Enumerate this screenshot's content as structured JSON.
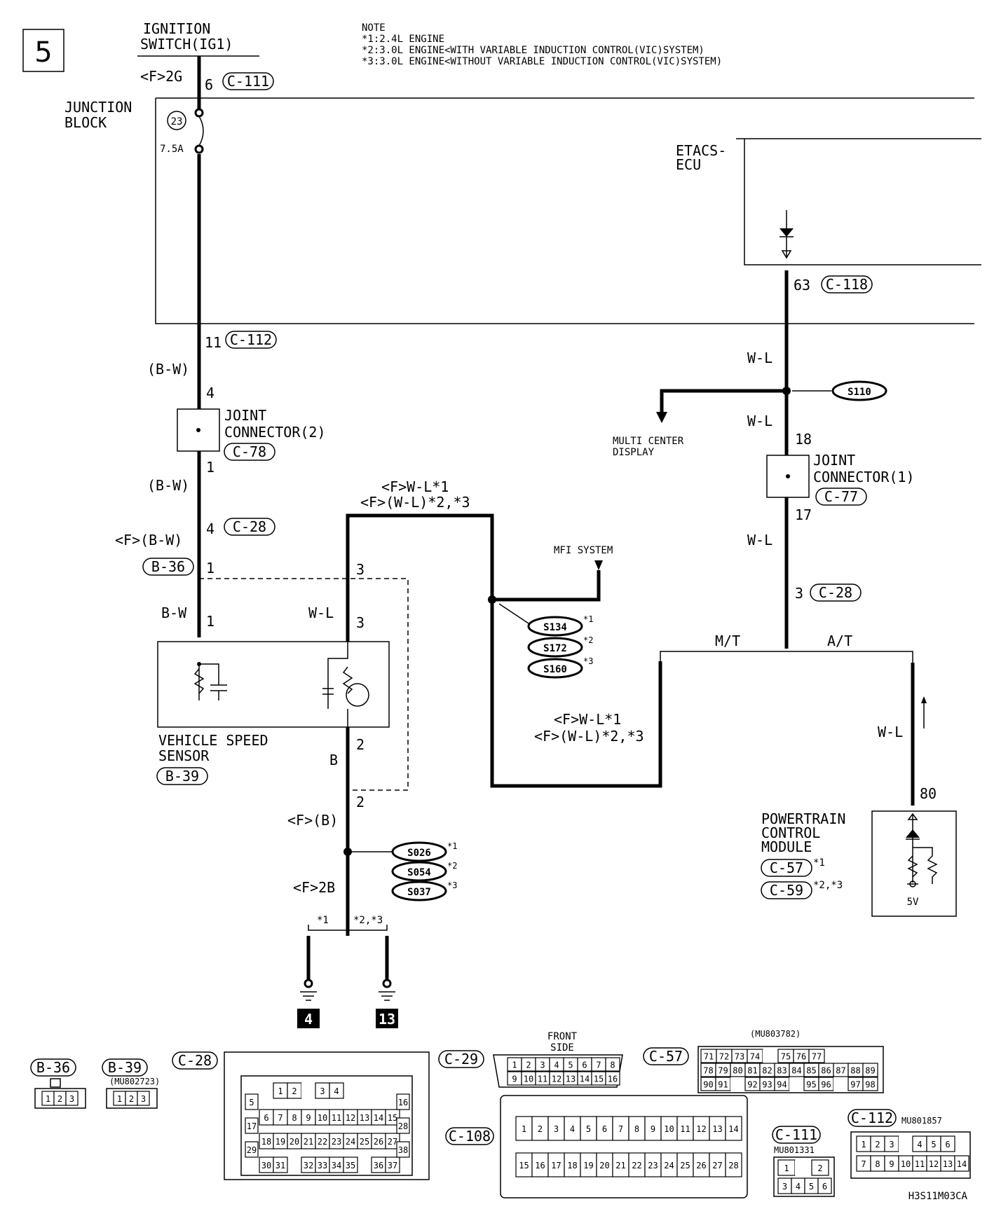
{
  "page_number": "5",
  "note": {
    "title": "NOTE",
    "lines": [
      "*1:2.4L ENGINE",
      "*2:3.0L ENGINE<WITH VARIABLE INDUCTION CONTROL(VIC)SYSTEM)",
      "*3:3.0L ENGINE<WITHOUT VARIABLE INDUCTION CONTROL(VIC)SYSTEM)"
    ]
  },
  "ignition": {
    "title_line1": "IGNITION",
    "title_line2": "SWITCH(IG1)",
    "wire": "<F>2G",
    "pin": "6",
    "connector": "C-111"
  },
  "junction_block": {
    "line1": "JUNCTION",
    "line2": "BLOCK",
    "fuse_no": "23",
    "fuse_rating": "7.5A",
    "out_pin": "11",
    "out_connector": "C-112"
  },
  "etacs": {
    "line1": "ETACS-",
    "line2": "ECU",
    "pin": "63",
    "connector": "C-118"
  },
  "left_branch": {
    "wire1": "(B-W)",
    "jc2_in": "4",
    "jc2_line1": "JOINT",
    "jc2_line2": "CONNECTOR(2)",
    "jc2_connector": "C-78",
    "jc2_out": "1",
    "wire2": "(B-W)",
    "c28_pin": "4",
    "c28": "C-28",
    "wire3": "<F>(B-W)",
    "b36": "B-36",
    "b36_pin": "1",
    "wire4": "B-W",
    "vss_pin1": "1"
  },
  "vss": {
    "line1": "VEHICLE SPEED",
    "line2": "SENSOR",
    "connector": "B-39",
    "pin3_upper": "3",
    "pin3": "3",
    "wire_wl": "W-L",
    "pin2": "2",
    "wire_b": "B",
    "pin2_lower": "2",
    "wire_fb": "<F>(B)",
    "wire_f2b": "<F>2B",
    "splices": [
      "S026",
      "S054",
      "S037"
    ],
    "splice_notes": [
      "*1",
      "*2",
      "*3"
    ],
    "ground_split_1": "*1",
    "ground_split_23": "*2,*3",
    "grounds": [
      "4",
      "13"
    ]
  },
  "upper_signal": {
    "line1": "<F>W-L*1",
    "line2": "<F>(W-L)*2,*3",
    "mfi": "MFI SYSTEM",
    "splices": [
      "S134",
      "S172",
      "S160"
    ],
    "splice_notes": [
      "*1",
      "*2",
      "*3"
    ]
  },
  "lower_signal": {
    "line1": "<F>W-L*1",
    "line2": "<F>(W-L)*2,*3"
  },
  "right_branch": {
    "wire1": "W-L",
    "splice": "S110",
    "mcd_line1": "MULTI CENTER",
    "mcd_line2": "DISPLAY",
    "wire2": "W-L",
    "jc1_in": "18",
    "jc1_line1": "JOINT",
    "jc1_line2": "CONNECTOR(1)",
    "jc1_connector": "C-77",
    "jc1_out": "17",
    "wire3": "W-L",
    "c28_pin": "3",
    "c28": "C-28",
    "mt": "M/T",
    "at": "A/T",
    "wire4": "W-L",
    "pcm_pin": "80"
  },
  "pcm": {
    "line1": "POWERTRAIN",
    "line2": "CONTROL",
    "line3": "MODULE",
    "conn1": "C-57",
    "conn1_note": "*1",
    "conn2": "C-59",
    "conn2_note": "*2,*3",
    "voltage": "5V"
  },
  "connector_views": {
    "b36": {
      "label": "B-36",
      "pins": [
        "1",
        "2",
        "3"
      ]
    },
    "b39": {
      "label": "B-39",
      "part": "(MU802723)",
      "pins": [
        "1",
        "2",
        "3"
      ]
    },
    "c28": {
      "label": "C-28",
      "row1": [
        "1",
        "2",
        "",
        "3",
        "4"
      ],
      "row2": [
        "6",
        "7",
        "8",
        "9",
        "10",
        "11",
        "12",
        "13",
        "14",
        "15"
      ],
      "row3": [
        "18",
        "19",
        "20",
        "21",
        "22",
        "23",
        "24",
        "25",
        "26",
        "27"
      ],
      "row4": [
        "30",
        "31",
        "32",
        "33",
        "34",
        "35",
        "36",
        "37"
      ],
      "side_left": [
        "5",
        "17",
        "29"
      ],
      "side_right": [
        "16",
        "28",
        "38"
      ]
    },
    "c29": {
      "label": "C-29",
      "front_line1": "FRONT",
      "front_line2": "SIDE",
      "row1": [
        "1",
        "2",
        "3",
        "4",
        "5",
        "6",
        "7",
        "8"
      ],
      "row2": [
        "9",
        "10",
        "11",
        "12",
        "13",
        "14",
        "15",
        "16"
      ]
    },
    "c57": {
      "label": "C-57",
      "part": "(MU803782)",
      "row1": [
        "71",
        "72",
        "73",
        "74",
        "",
        "75",
        "76",
        "77"
      ],
      "row2": [
        "78",
        "79",
        "80",
        "81",
        "82",
        "83",
        "84",
        "85",
        "86",
        "87",
        "88",
        "89"
      ],
      "row3": [
        "90",
        "91",
        "",
        "92",
        "93",
        "94",
        "",
        "95",
        "96",
        "",
        "97",
        "98"
      ]
    },
    "c108": {
      "label": "C-108",
      "row1": [
        "1",
        "2",
        "3",
        "4",
        "5",
        "6",
        "7",
        "8",
        "9",
        "10",
        "11",
        "12",
        "13",
        "14"
      ],
      "row2": [
        "15",
        "16",
        "17",
        "18",
        "19",
        "20",
        "21",
        "22",
        "23",
        "24",
        "25",
        "26",
        "27",
        "28"
      ]
    },
    "c111": {
      "label": "C-111",
      "part": "MU801331",
      "row1": [
        "1",
        "",
        "2"
      ],
      "row2": [
        "3",
        "4",
        "5",
        "6"
      ]
    },
    "c112": {
      "label": "C-112",
      "part": "MU801857",
      "row1": [
        "1",
        "2",
        "3",
        "",
        "4",
        "5",
        "6"
      ],
      "row2": [
        "7",
        "8",
        "9",
        "10",
        "11",
        "12",
        "13",
        "14"
      ]
    }
  },
  "figure_code": "H3S11M03CA"
}
